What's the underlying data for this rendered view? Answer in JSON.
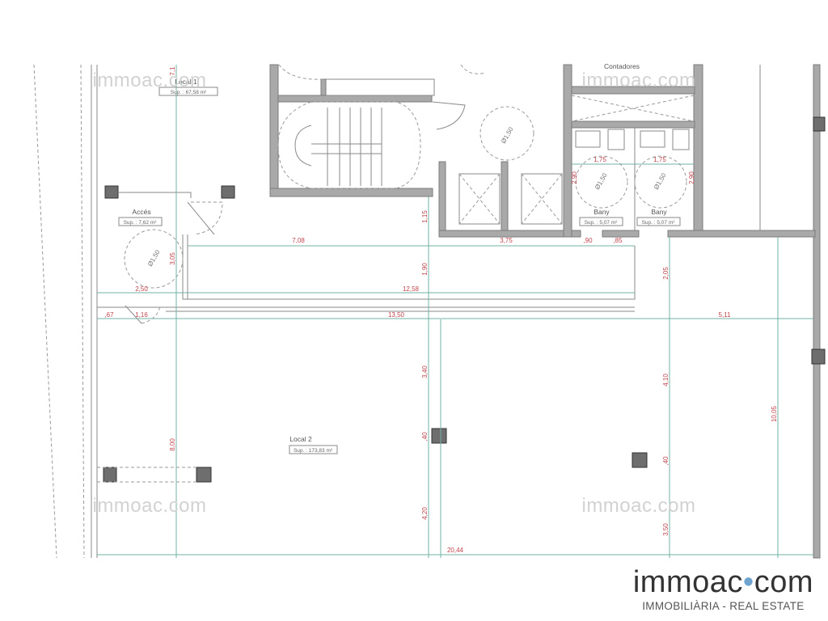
{
  "rooms": {
    "local1": {
      "name": "Local 1",
      "area": "Sup. : 67,58 m²"
    },
    "acces": {
      "name": "Accés",
      "area": "Sup. : 7,62 m²"
    },
    "local2": {
      "name": "Local 2",
      "area": "Sup. : 173,83 m²"
    },
    "contadores": {
      "name": "Contadores"
    },
    "bany1": {
      "name": "Bany",
      "area": "Sup. : 5,07 m²"
    },
    "bany2": {
      "name": "Bany",
      "area": "Sup. : 5,07 m²"
    }
  },
  "turning_circle": "Ø1,50",
  "dimensions": {
    "d708": "7,08",
    "d375": "3,75",
    "d090": ",90",
    "d085": ",85",
    "d250": "2,50",
    "d1258": "12,58",
    "d1350": "13,50",
    "d511": "5,11",
    "d067": ",67",
    "d116": "1,16",
    "d2044": "20,44",
    "d175a": "1,75",
    "d175b": "1,75",
    "d290a": "2,90",
    "d290b": "2,90",
    "d115": "1,15",
    "d190": "1,90",
    "d340": "3,40",
    "d040a": ",40",
    "d420": "4,20",
    "d205": "2,05",
    "d410": "4,10",
    "d040b": ",40",
    "d350": "3,50",
    "d1005": "10,05",
    "d305": "3,05",
    "d800": "8,00",
    "d71": "7,1"
  },
  "watermark": "immoac.com",
  "logo": {
    "name_left": "immoac",
    "separator": "•",
    "name_right": "com",
    "tagline": "IMMOBILIÀRIA - REAL ESTATE"
  },
  "colors": {
    "dimension": "#c0464f",
    "dimension_line": "#6fb3a4",
    "logo_dot": "#6fa3d0"
  }
}
